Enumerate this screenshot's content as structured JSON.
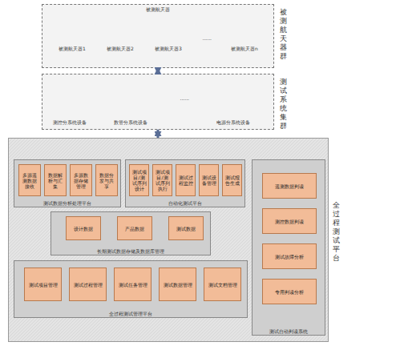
{
  "diagram": {
    "nodes": [
      {
        "text": [
          "被测航天器群"
        ]
      },
      {
        "text": [
          "测试系统集群"
        ]
      },
      {
        "text": [
          "全过程测试平台"
        ]
      },
      {
        "text": [
          "测试数据分析处理平台"
        ],
        "in": 2
      },
      {
        "text": [
          "多源遥测数据接收"
        ],
        "in": 3
      },
      {
        "text": [
          "数据解析与汇集"
        ],
        "in": 3
      },
      {
        "text": [
          "多源数据存储管理"
        ],
        "in": 3
      },
      {
        "text": [
          "数据分发与共享"
        ],
        "in": 3
      },
      {
        "text": [
          "自动化测试平台"
        ],
        "in": 2
      },
      {
        "text": [
          "测试项目/测试序列设计"
        ],
        "in": 8
      },
      {
        "text": [
          "测试项目/测试序列执行"
        ],
        "in": 8
      },
      {
        "text": [
          "测试过程监控"
        ],
        "in": 8
      },
      {
        "text": [
          "测试设备管理"
        ],
        "in": 8
      },
      {
        "text": [
          "测试报告生成"
        ],
        "in": 8
      },
      {
        "text": [
          "长期测试数据存储及数据库管理"
        ],
        "in": 2
      },
      {
        "text": [
          "设计数据"
        ],
        "in": 14
      },
      {
        "text": [
          "产品数据"
        ],
        "in": 14
      },
      {
        "text": [
          "测试数据"
        ],
        "in": 14
      },
      {
        "text": [
          "全过程测试管理平台"
        ],
        "in": 2
      },
      {
        "text": [
          "测试项目管理"
        ],
        "in": 18
      },
      {
        "text": [
          "测试过程管理"
        ],
        "in": 18
      },
      {
        "text": [
          "测试任务管理"
        ],
        "in": 18
      },
      {
        "text": [
          "测试数据管理"
        ],
        "in": 18
      },
      {
        "text": [
          "测试文档管理"
        ],
        "in": 18
      },
      {
        "text": [
          "测试自动判读系统"
        ],
        "in": 2
      },
      {
        "text": [
          "遥测数据判读"
        ],
        "in": 24
      },
      {
        "text": [
          "测控数据判读"
        ],
        "in": 24
      },
      {
        "text": [
          "测试故障分析"
        ],
        "in": 24
      },
      {
        "text": [
          "专用判读分析"
        ],
        "in": 24
      }
    ],
    "edges": [
      {
        "from": 0,
        "to": 1,
        "arrow": "both"
      },
      {
        "from": 1,
        "to": 2,
        "arrow": "both"
      }
    ],
    "labels": [
      "被测航天器",
      "被测航天器1",
      "被测航天器2",
      "被测航天器3",
      "......",
      "被测航天器n",
      "测控分系统设备",
      "数管分系统设备",
      "......",
      "电源分系统设备"
    ]
  }
}
